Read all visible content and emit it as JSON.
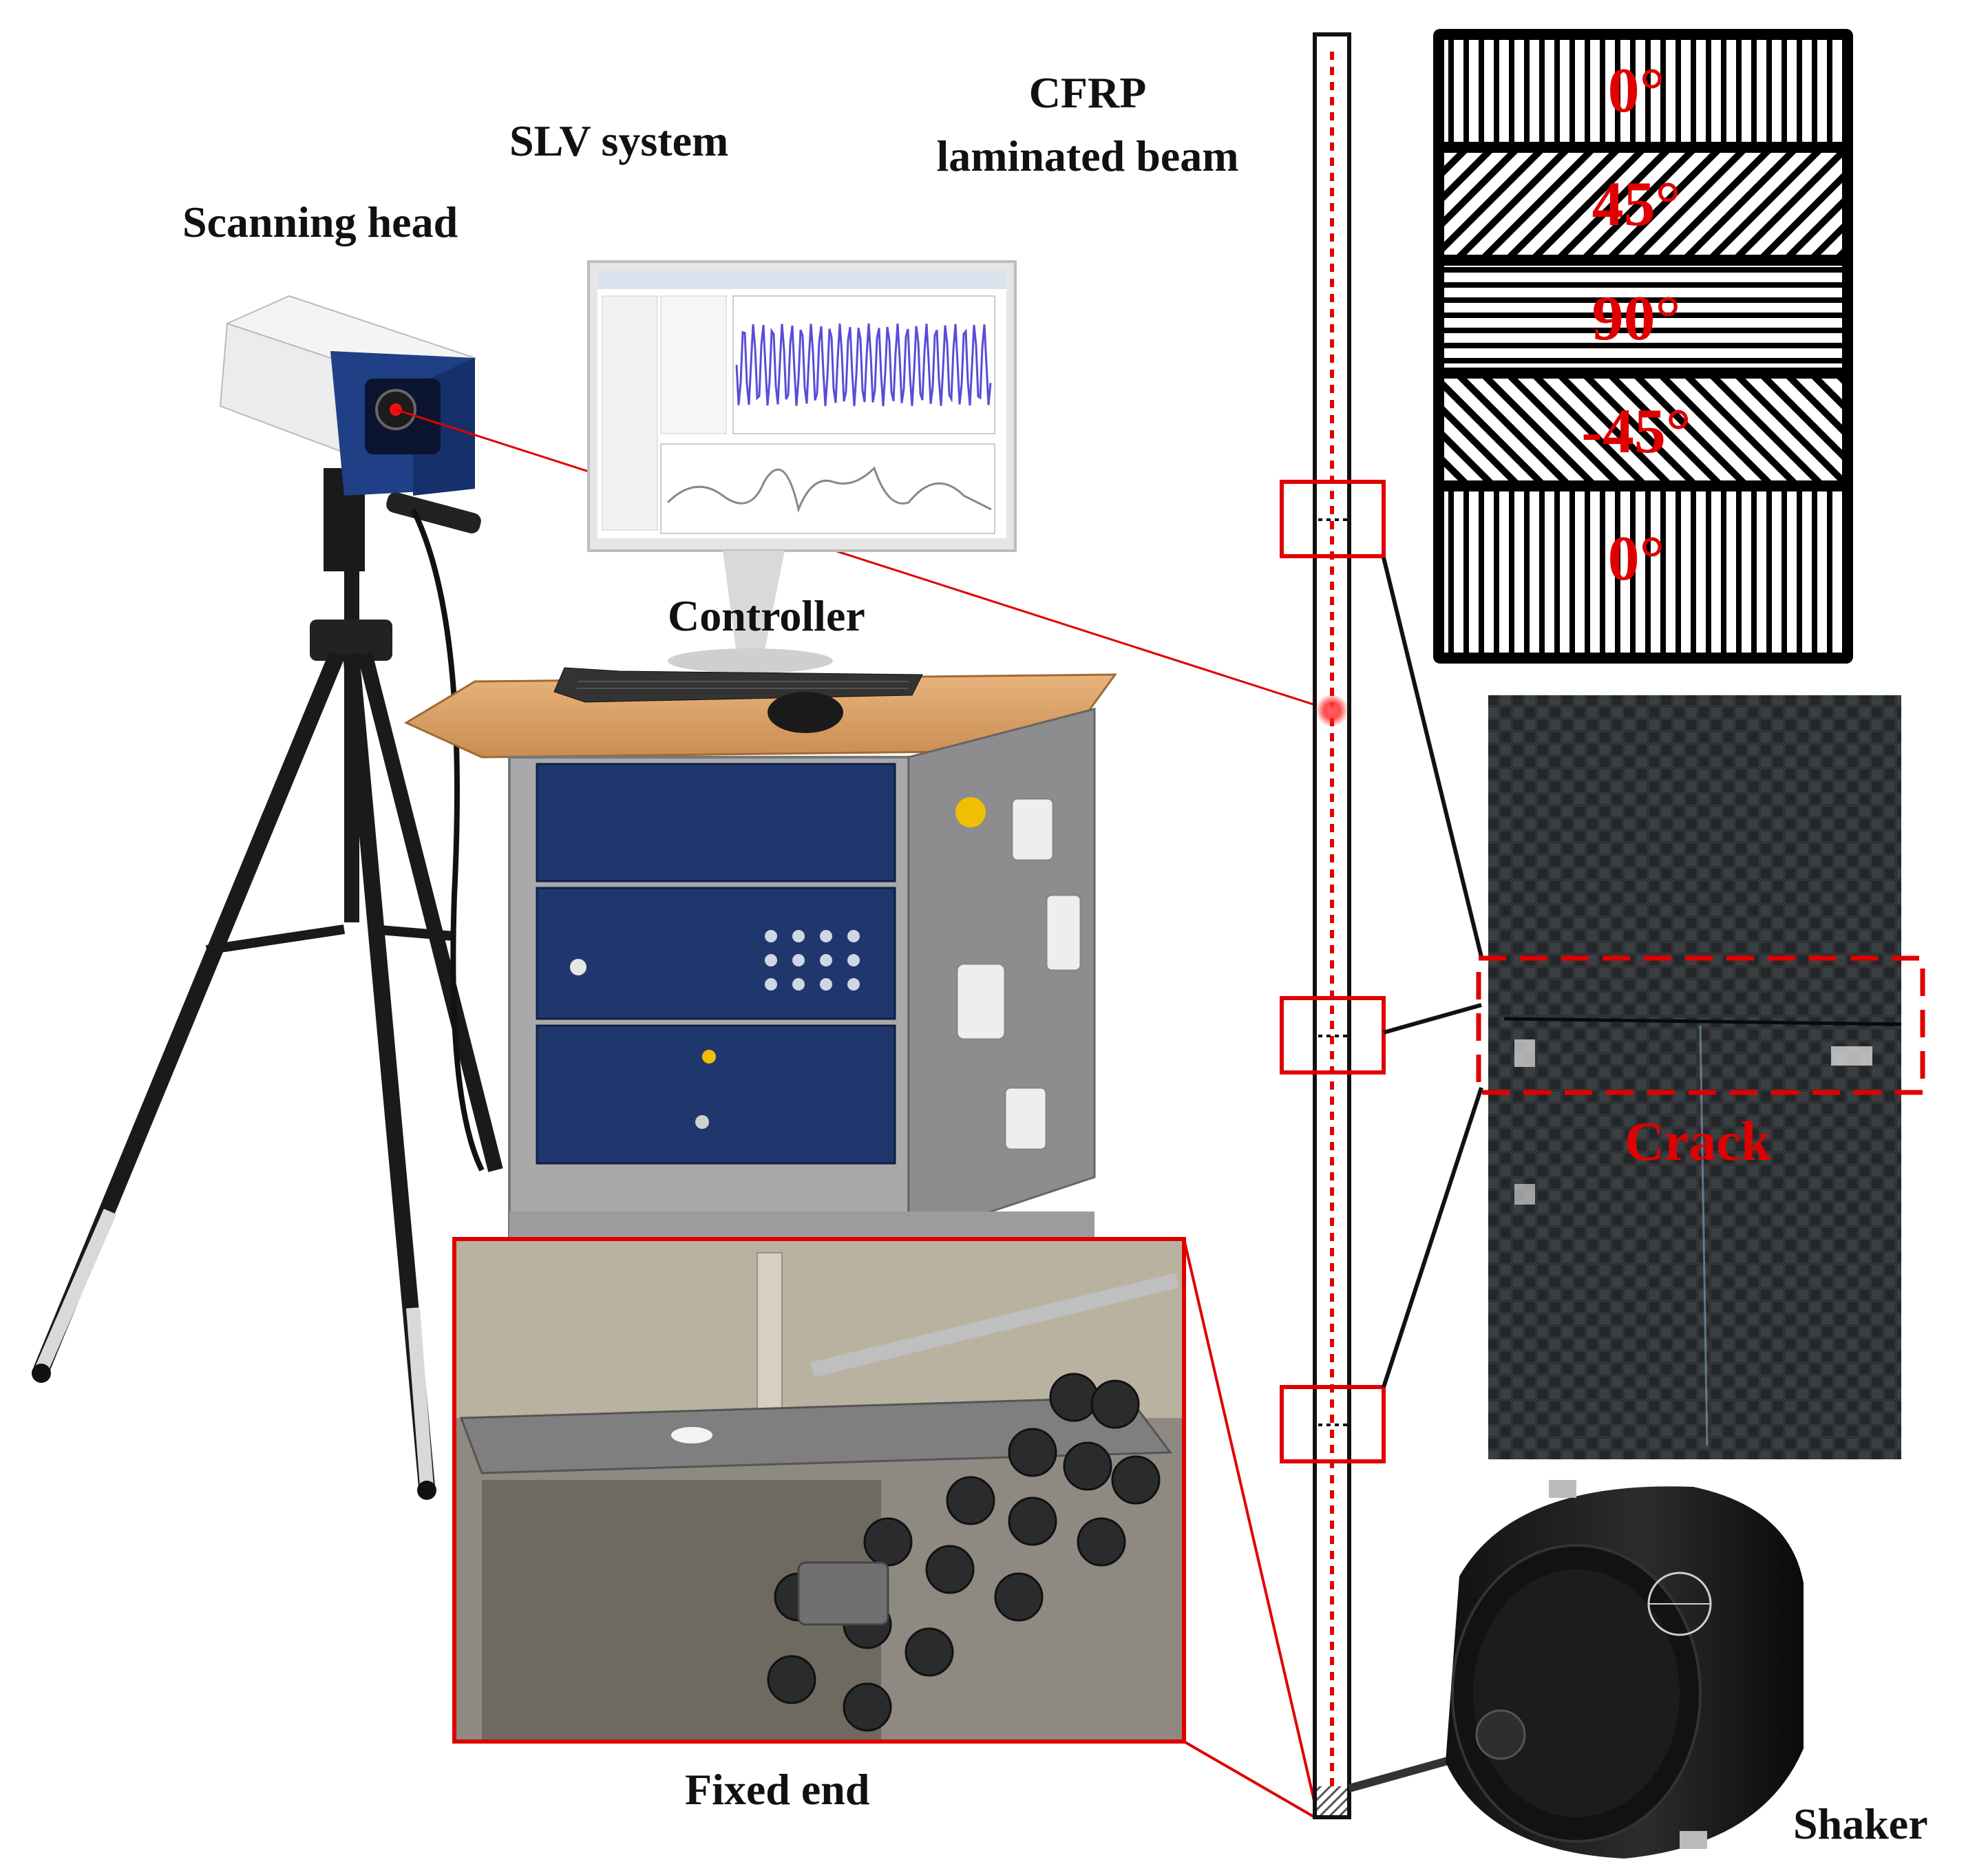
{
  "labels": {
    "slv_system": "SLV system",
    "cfrp_line1": "CFRP",
    "cfrp_line2": "laminated beam",
    "scanning_head": "Scanning head",
    "controller": "Controller",
    "fixed_end": "Fixed end",
    "shaker": "Shaker",
    "crack": "Crack"
  },
  "layup": [
    "0°",
    "45°",
    "90°",
    "-45°",
    "0°"
  ],
  "colors": {
    "beam_line": "#e00000",
    "box_outline": "#e00000",
    "layup_background": "#000000",
    "text": "#111111"
  },
  "icons": [
    "laser-scanning-head",
    "tripod",
    "monitor",
    "keyboard",
    "mouse",
    "rack-cabinet",
    "shaker-exciter"
  ]
}
